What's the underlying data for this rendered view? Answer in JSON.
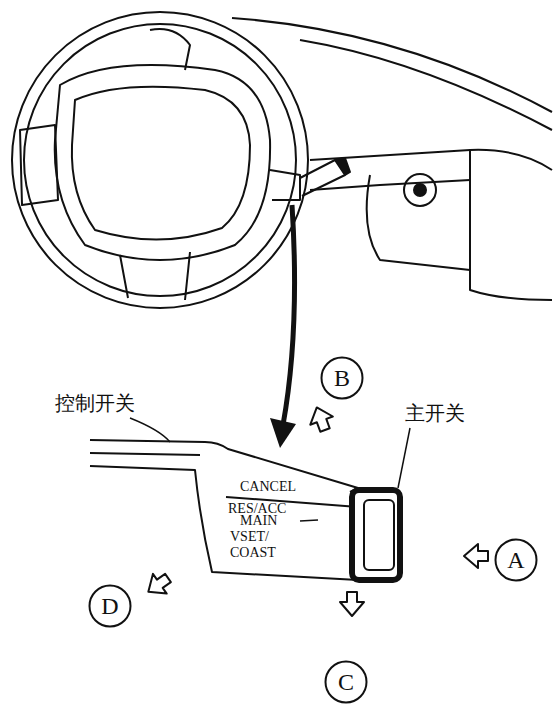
{
  "diagram": {
    "nodes": [
      {
        "text": [
          "B"
        ]
      },
      {
        "text": [
          "A"
        ]
      },
      {
        "text": [
          "C"
        ]
      },
      {
        "text": [
          "D"
        ]
      }
    ],
    "labels": [
      "控制开关",
      "主开关",
      "CANCEL",
      "RES/ACC",
      "MAIN",
      "VSET/ COAST"
    ]
  }
}
